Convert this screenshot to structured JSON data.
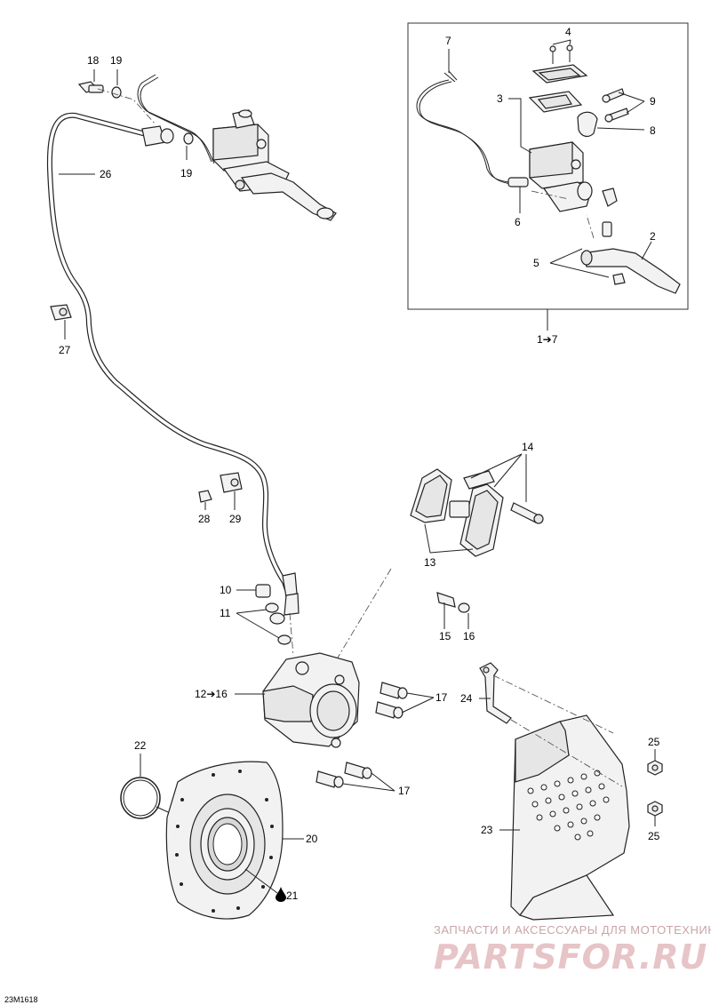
{
  "diagram_code": "23M1618",
  "inset_range_label": "1➔7",
  "caliper_range_label": "12➔16",
  "callouts": {
    "c1": "2",
    "c2": "3",
    "c3": "4",
    "c4": "5",
    "c5": "6",
    "c6": "7",
    "c7": "8",
    "c8": "9",
    "c9": "10",
    "c10": "11",
    "c11": "13",
    "c12": "14",
    "c13": "15",
    "c14": "16",
    "c15": "17",
    "c16": "17",
    "c17": "18",
    "c18": "19",
    "c19": "19",
    "c20": "20",
    "c21": "21",
    "c22": "22",
    "c23": "23",
    "c24": "24",
    "c25": "25",
    "c26": "25",
    "c27": "26",
    "c28": "27",
    "c29": "28",
    "c30": "29"
  },
  "watermark": {
    "tagline": "ЗАПЧАСТИ И АКСЕССУАРЫ ДЛЯ МОТОТЕХНИКИ",
    "logo": "PARTSFOR.RU"
  }
}
